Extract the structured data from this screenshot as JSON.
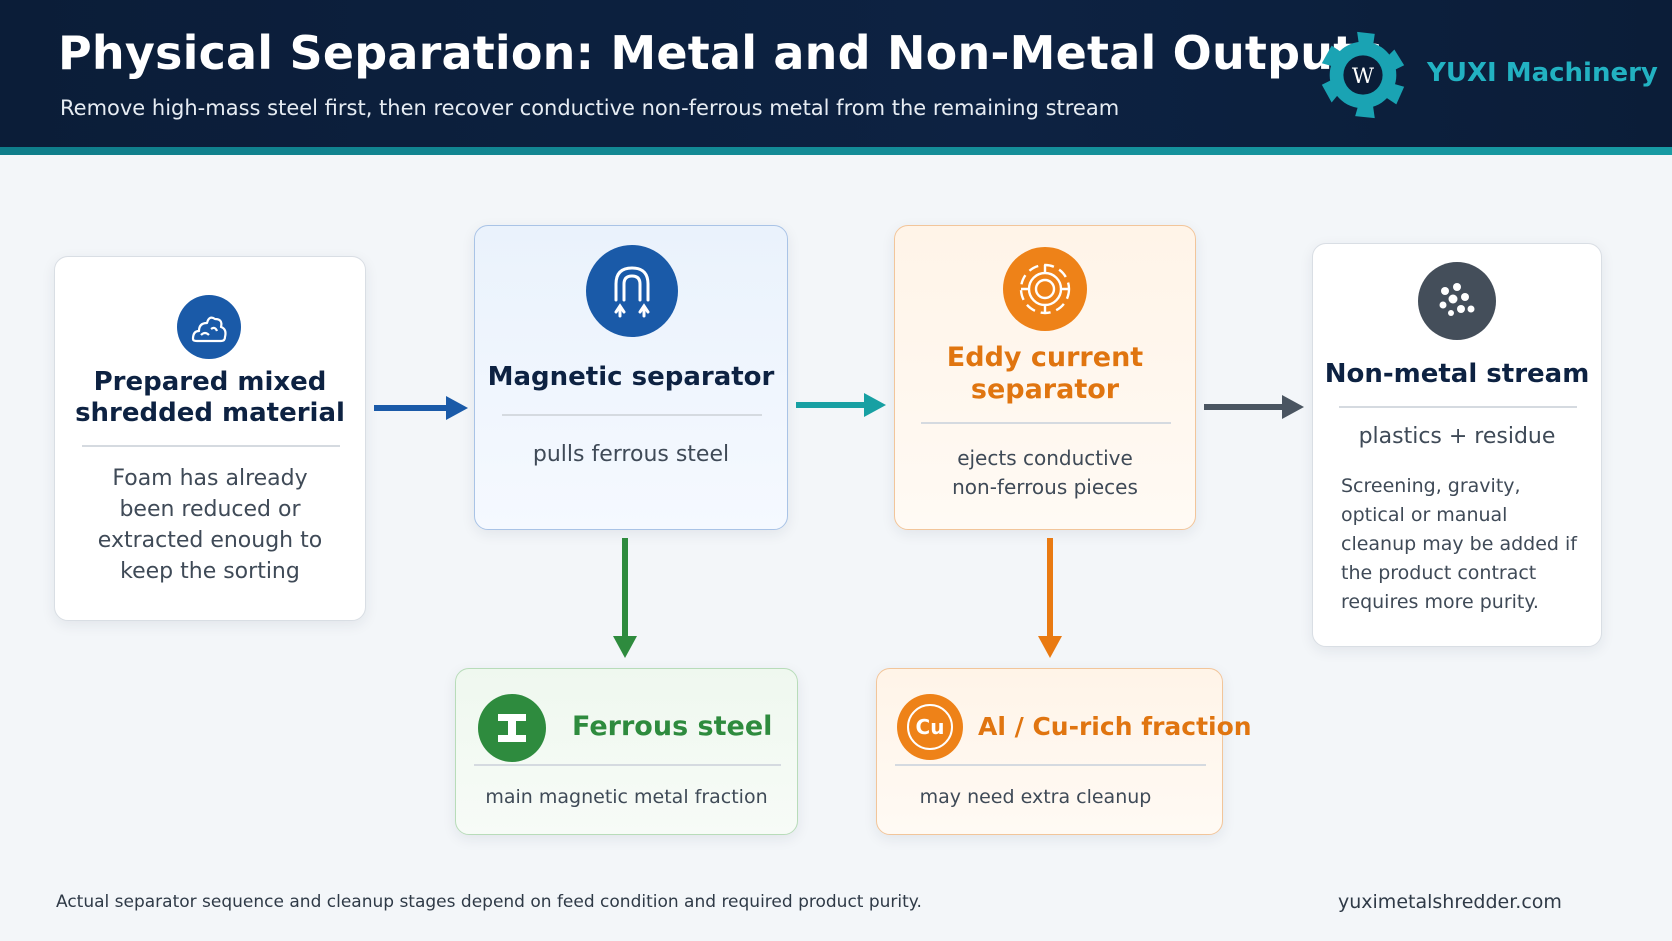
{
  "header": {
    "title": "Physical Separation: Metal and Non-Metal Outputs",
    "subtitle": "Remove high-mass steel first, then recover conductive non-ferrous metal from the remaining stream",
    "brand": "YUXI Machinery",
    "logo_letter": "W"
  },
  "cards": {
    "prepared": {
      "title_line1": "Prepared mixed",
      "title_line2": "shredded material",
      "text_lines": [
        "Foam has already",
        "been reduced or",
        "extracted enough to",
        "keep the sorting"
      ],
      "icon": "pile-icon"
    },
    "magnetic": {
      "title": "Magnetic separator",
      "text": "pulls ferrous steel",
      "icon": "magnet-icon"
    },
    "eddy": {
      "title_line1": "Eddy current",
      "title_line2": "separator",
      "text_lines": [
        "ejects conductive",
        "non-ferrous pieces"
      ],
      "icon": "eddy-rotor-icon"
    },
    "nonmetal": {
      "title": "Non-metal stream",
      "subtitle": "plastics + residue",
      "text_lines": [
        "Screening, gravity,",
        "optical or manual",
        "cleanup may be added if",
        "the product contract",
        "requires more purity."
      ],
      "icon": "particles-icon"
    },
    "ferrous": {
      "title": "Ferrous steel",
      "text": "main magnetic metal fraction",
      "icon": "i-beam-icon"
    },
    "alcu": {
      "title": "Al / Cu-rich fraction",
      "text": "may need extra cleanup",
      "icon_label": "Cu",
      "icon": "copper-icon"
    }
  },
  "footer": {
    "note": "Actual separator sequence and cleanup stages depend on feed condition and required product purity.",
    "url": "yuximetalshredder.com"
  },
  "colors": {
    "navy": "#0d2242",
    "teal": "#179aa3",
    "blue": "#1a5aa8",
    "orange": "#e97a12",
    "green": "#2e8b3e",
    "gray": "#4a5561"
  }
}
